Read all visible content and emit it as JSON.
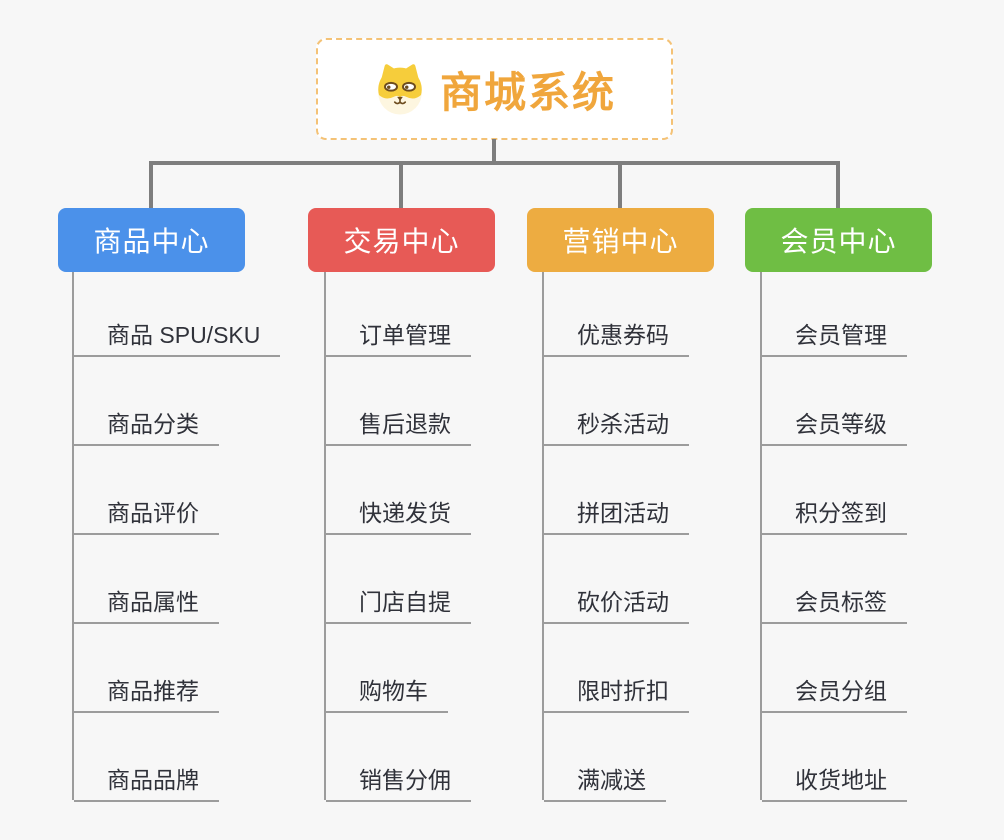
{
  "page": {
    "background_color": "#f7f7f7",
    "connector_color": "#7e7e7e",
    "underline_color": "#9c9c9c"
  },
  "root": {
    "title": "商城系统",
    "icon": "dog-face-icon",
    "title_color": "#f0a63c",
    "border_color": "#f4c276"
  },
  "branches": [
    {
      "label": "商品中心",
      "color": "#4b91ea",
      "children": [
        "商品 SPU/SKU",
        "商品分类",
        "商品评价",
        "商品属性",
        "商品推荐",
        "商品品牌"
      ]
    },
    {
      "label": "交易中心",
      "color": "#e75a56",
      "children": [
        "订单管理",
        "售后退款",
        "快递发货",
        "门店自提",
        "购物车",
        "销售分佣"
      ]
    },
    {
      "label": "营销中心",
      "color": "#edac41",
      "children": [
        "优惠券码",
        "秒杀活动",
        "拼团活动",
        "砍价活动",
        "限时折扣",
        "满减送"
      ]
    },
    {
      "label": "会员中心",
      "color": "#6fbe44",
      "children": [
        "会员管理",
        "会员等级",
        "积分签到",
        "会员标签",
        "会员分组",
        "收货地址"
      ]
    }
  ]
}
